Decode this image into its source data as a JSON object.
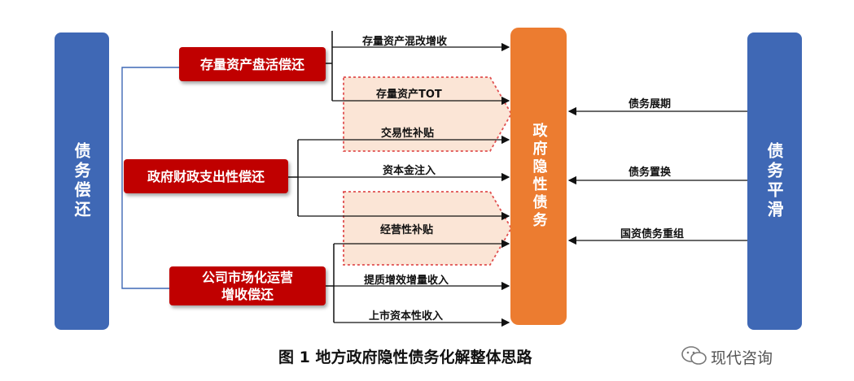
{
  "left_bar": "债务偿还",
  "right_bar": "债务平滑",
  "center_box": "政府隐性债务",
  "groups": [
    {
      "label": "存量资产盘活偿还"
    },
    {
      "label": "政府财政支出性偿还"
    },
    {
      "label": "公司市场化运营增收偿还"
    }
  ],
  "arrows_left": [
    "存量资产混改增收",
    "存量资产TOT",
    "交易性补贴",
    "资本金注入",
    "经营性补贴",
    "提质增效增量收入",
    "上市资本性收入"
  ],
  "arrows_right": [
    "债务展期",
    "债务置换",
    "国资债务重组"
  ],
  "caption": "图 1  地方政府隐性债务化解整体思路",
  "watermark": "现代咨询",
  "colors": {
    "blue": "#3f68b5",
    "orange": "#ec7c30",
    "red": "#c00000",
    "pink_fill": "#fbe5d6",
    "pink_border": "#e05050"
  }
}
